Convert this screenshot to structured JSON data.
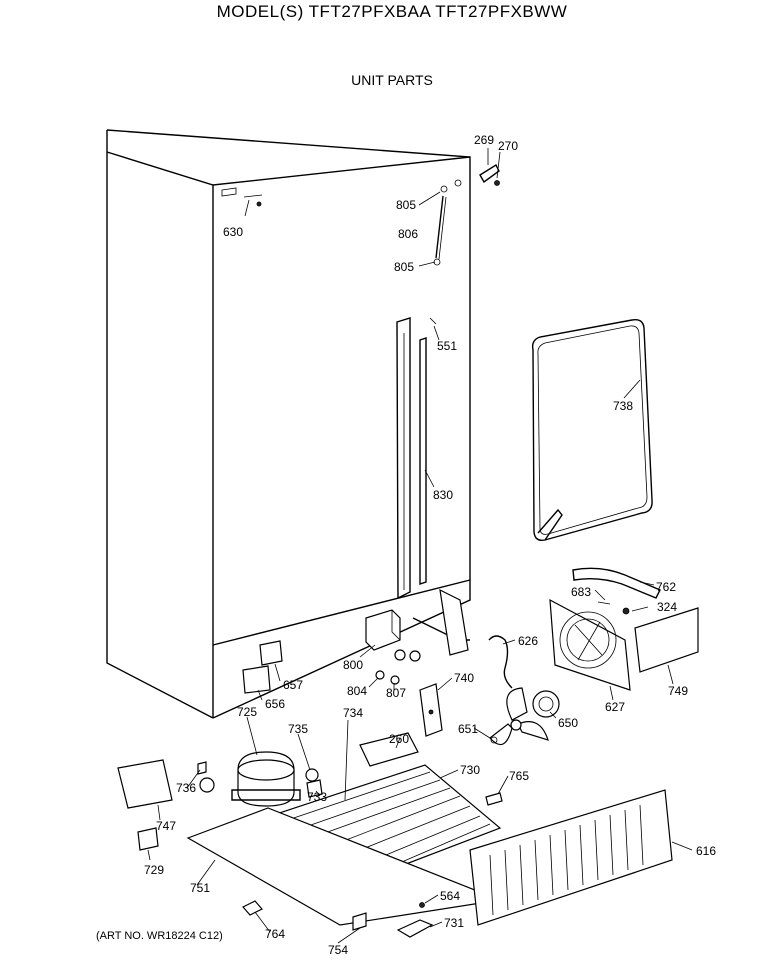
{
  "header": {
    "model_label": "MODEL(S) TFT27PFXBAA  TFT27PFXBWW",
    "section_label": "UNIT PARTS"
  },
  "footer": {
    "art_number": "(ART NO. WR18224 C12)"
  },
  "part_labels": [
    {
      "id": "269",
      "text": "269"
    },
    {
      "id": "270",
      "text": "270"
    },
    {
      "id": "630",
      "text": "630"
    },
    {
      "id": "805a",
      "text": "805"
    },
    {
      "id": "806",
      "text": "806"
    },
    {
      "id": "805b",
      "text": "805"
    },
    {
      "id": "551",
      "text": "551"
    },
    {
      "id": "738",
      "text": "738"
    },
    {
      "id": "830",
      "text": "830"
    },
    {
      "id": "762",
      "text": "762"
    },
    {
      "id": "683",
      "text": "683"
    },
    {
      "id": "324",
      "text": "324"
    },
    {
      "id": "626",
      "text": "626"
    },
    {
      "id": "800",
      "text": "800"
    },
    {
      "id": "657",
      "text": "657"
    },
    {
      "id": "656",
      "text": "656"
    },
    {
      "id": "804",
      "text": "804"
    },
    {
      "id": "807",
      "text": "807"
    },
    {
      "id": "740",
      "text": "740"
    },
    {
      "id": "650",
      "text": "650"
    },
    {
      "id": "627",
      "text": "627"
    },
    {
      "id": "749",
      "text": "749"
    },
    {
      "id": "725",
      "text": "725"
    },
    {
      "id": "735",
      "text": "735"
    },
    {
      "id": "734",
      "text": "734"
    },
    {
      "id": "651",
      "text": "651"
    },
    {
      "id": "260",
      "text": "260"
    },
    {
      "id": "736",
      "text": "736"
    },
    {
      "id": "733",
      "text": "733"
    },
    {
      "id": "730",
      "text": "730"
    },
    {
      "id": "765",
      "text": "765"
    },
    {
      "id": "747",
      "text": "747"
    },
    {
      "id": "616",
      "text": "616"
    },
    {
      "id": "729",
      "text": "729"
    },
    {
      "id": "751",
      "text": "751"
    },
    {
      "id": "564",
      "text": "564"
    },
    {
      "id": "731",
      "text": "731"
    },
    {
      "id": "764",
      "text": "764"
    },
    {
      "id": "754",
      "text": "754"
    }
  ]
}
